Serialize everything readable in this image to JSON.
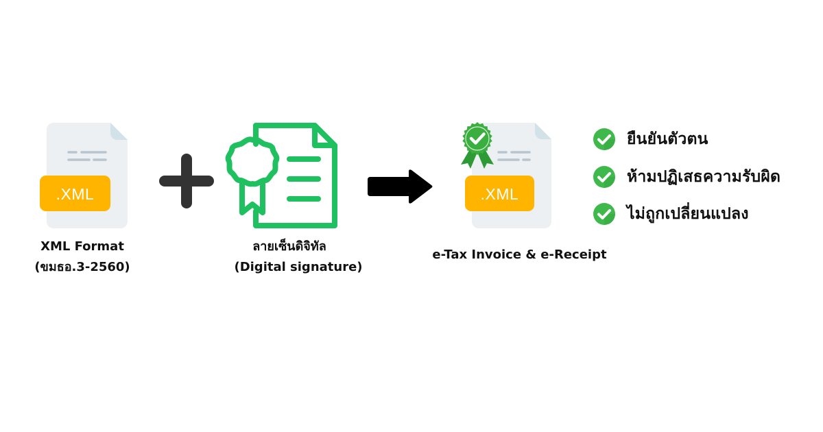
{
  "colors": {
    "background": "#ffffff",
    "document_paper": "#ecf0f3",
    "document_fold": "#d3e2e8",
    "document_lines": "#b8c5cf",
    "badge": "#ffb400",
    "certificate_green": "#1ec05f",
    "seal_green": "#3aae3e",
    "check_green": "#3fb94b",
    "plus_gray": "#333333",
    "arrow_black": "#000000",
    "text": "#111111"
  },
  "flow": {
    "input_file": {
      "icon": "xml-file-icon",
      "badge_label": ".XML",
      "caption_line1": "XML Format",
      "caption_line2": "(ขมธอ.3-2560)"
    },
    "operator": {
      "icon": "plus-icon"
    },
    "signature": {
      "icon": "certificate-document-icon",
      "caption_line1": "ลายเซ็นดิจิทัล",
      "caption_line2": "(Digital signature)"
    },
    "result_arrow": {
      "icon": "arrow-right-icon"
    },
    "output_file": {
      "icon": "certified-xml-file-icon",
      "badge_label": ".XML",
      "caption": "e-Tax Invoice & e-Receipt"
    }
  },
  "benefits": {
    "icon": "check-circle-icon",
    "items": [
      {
        "label": "ยืนยันตัวตน"
      },
      {
        "label": "ห้ามปฏิเสธความรับผิด"
      },
      {
        "label": "ไม่ถูกเปลี่ยนแปลง"
      }
    ]
  }
}
